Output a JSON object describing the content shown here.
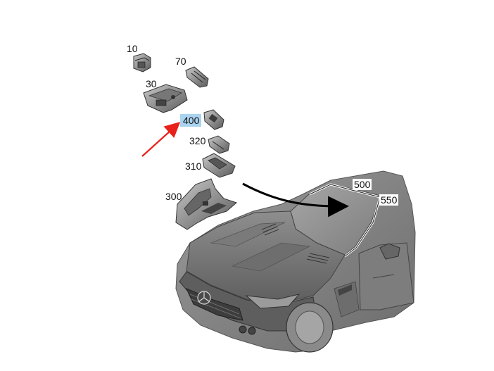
{
  "diagram": {
    "highlight_color": "#a9d3ef",
    "pointer_arrow_color": "#e8221b",
    "guide_arrow_color": "#000000",
    "selected_part": "400",
    "parts": [
      {
        "id": "p10",
        "label": "10"
      },
      {
        "id": "p70",
        "label": "70"
      },
      {
        "id": "p30",
        "label": "30"
      },
      {
        "id": "p400",
        "label": "400"
      },
      {
        "id": "p320",
        "label": "320"
      },
      {
        "id": "p310",
        "label": "310"
      },
      {
        "id": "p300",
        "label": "300"
      },
      {
        "id": "p500",
        "label": "500"
      },
      {
        "id": "p550",
        "label": "550"
      }
    ]
  }
}
